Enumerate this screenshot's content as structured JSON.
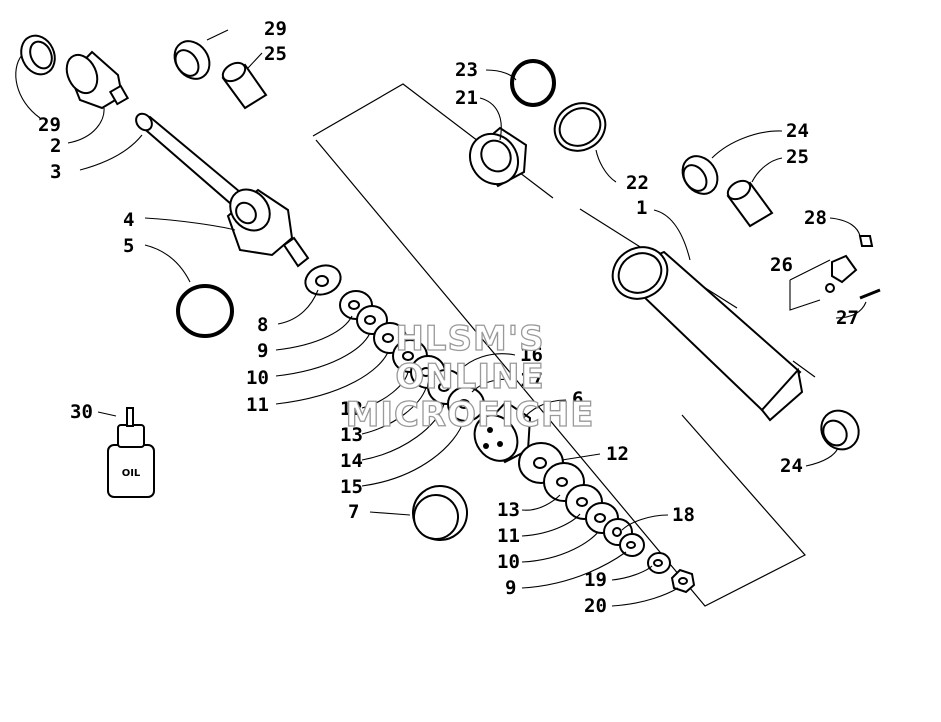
{
  "watermark": {
    "line1": "HLSM'S",
    "line2": "ONLINE",
    "line3": "MICROFICHE"
  },
  "oil_label": "OIL",
  "callouts": {
    "c29a": "29",
    "c25a": "25",
    "c29b": "29",
    "c2": "2",
    "c3": "3",
    "c4": "4",
    "c5": "5",
    "c8": "8",
    "c9a": "9",
    "c10a": "10",
    "c11a": "11",
    "c12a": "12",
    "c13a": "13",
    "c14": "14",
    "c15": "15",
    "c16": "16",
    "c17": "17",
    "c6": "6",
    "c7": "7",
    "c12b": "12",
    "c13b": "13",
    "c11b": "11",
    "c10b": "10",
    "c9b": "9",
    "c18": "18",
    "c19": "19",
    "c20": "20",
    "c30": "30",
    "c23": "23",
    "c21": "21",
    "c22": "22",
    "c1": "1",
    "c24a": "24",
    "c25b": "25",
    "c28": "28",
    "c26": "26",
    "c27": "27",
    "c24b": "24"
  }
}
